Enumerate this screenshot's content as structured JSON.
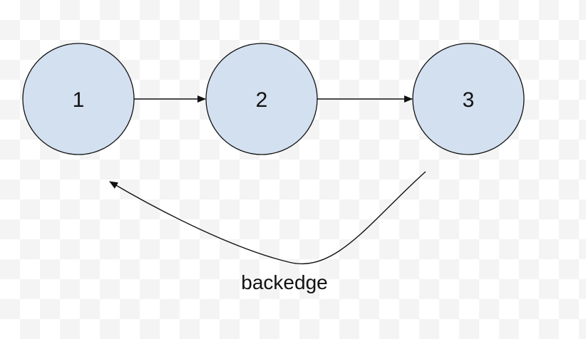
{
  "diagram": {
    "node_fill": "#d3e0f0",
    "stroke_color": "#111111",
    "nodes": [
      {
        "id": "n1",
        "label": "1"
      },
      {
        "id": "n2",
        "label": "2"
      },
      {
        "id": "n3",
        "label": "3"
      }
    ],
    "edges": [
      {
        "from": "1",
        "to": "2",
        "label": ""
      },
      {
        "from": "2",
        "to": "3",
        "label": ""
      },
      {
        "from": "3",
        "to": "1",
        "label": "backedge"
      }
    ]
  }
}
